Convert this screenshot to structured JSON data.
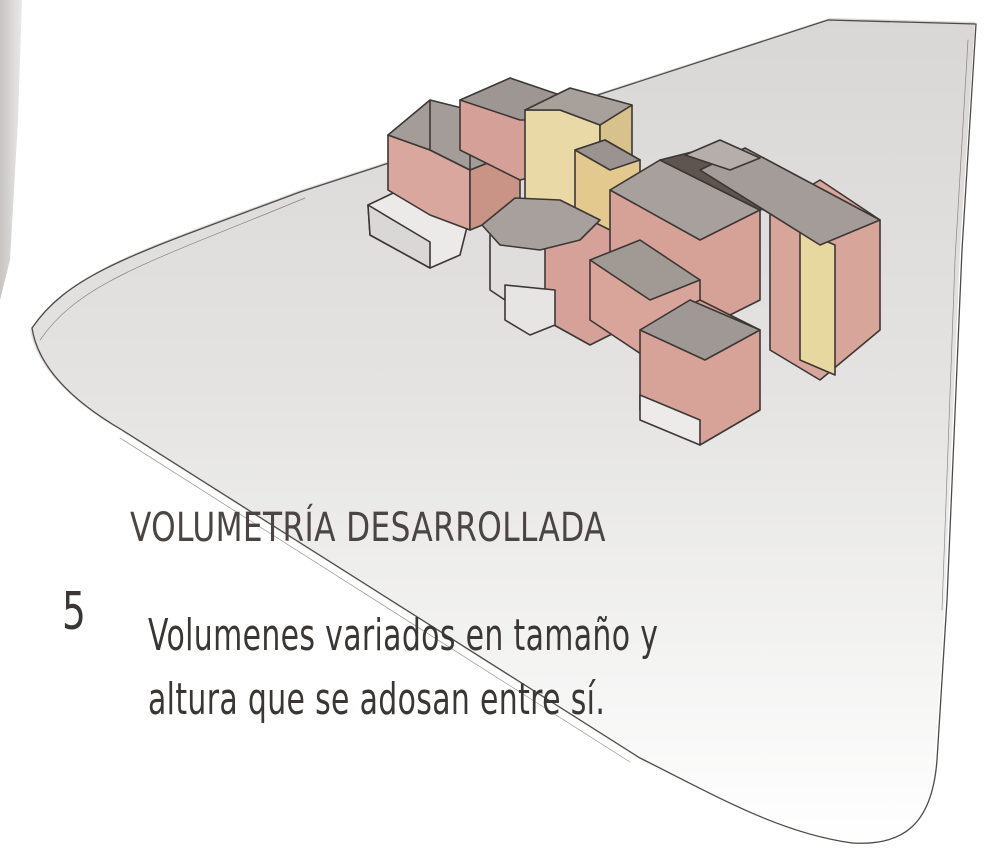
{
  "title": "VOLUMETRÍA DESARROLLADA",
  "item_number": "5",
  "description_line1": "Volumenes variados en tamaño y",
  "description_line2": "altura que se adosan entre sí.",
  "colors": {
    "ground": "#dcdad8",
    "ground_edge": "#5a5652",
    "wall_pink": "#d7a49a",
    "wall_yellow": "#e8d7a3",
    "roof": "#a39a96",
    "roof_dark": "#5c5450",
    "base_white": "#ecebea",
    "text": "#3a3633"
  }
}
